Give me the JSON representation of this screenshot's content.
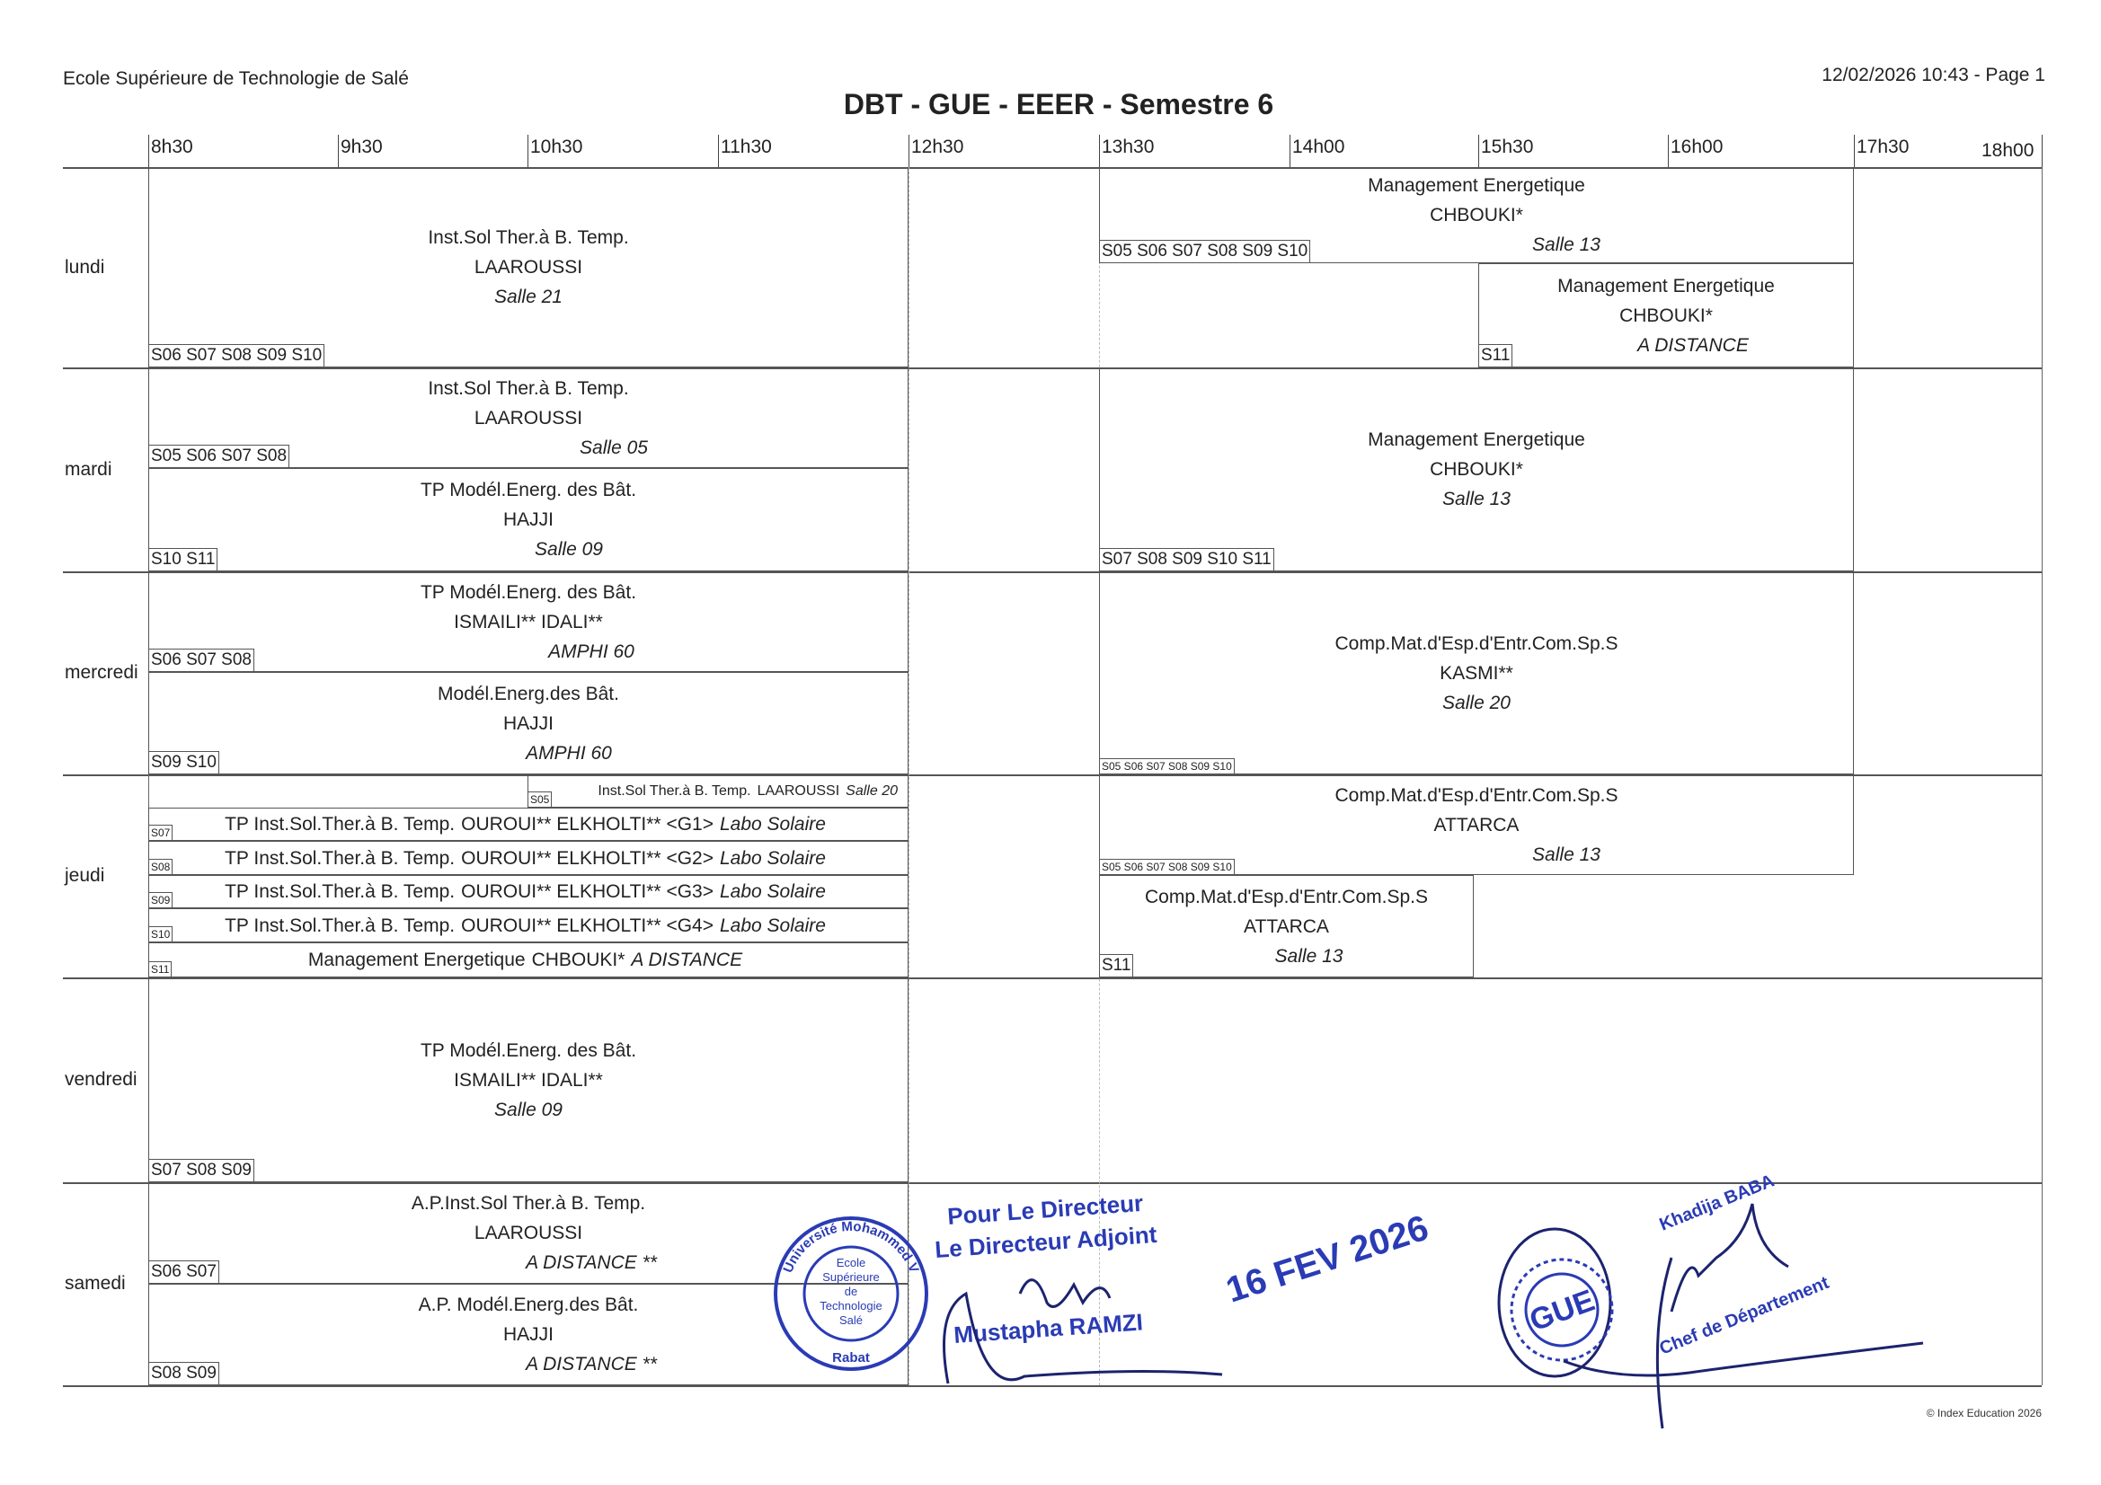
{
  "header": {
    "school": "Ecole Supérieure de Technologie de Salé",
    "title": "DBT - GUE - EEER - Semestre 6",
    "printed": "12/02/2026 10:43 - Page 1"
  },
  "times": [
    "8h30",
    "9h30",
    "10h30",
    "11h30",
    "12h30",
    "13h30",
    "14h00",
    "15h30",
    "16h00",
    "17h30",
    "18h00"
  ],
  "days": [
    "lundi",
    "mardi",
    "mercredi",
    "jeudi",
    "vendredi",
    "samedi"
  ],
  "events": [
    {
      "day": "lundi",
      "title": "Inst.Sol Ther.à B. Temp.",
      "teacher": "LAAROUSSI",
      "room": "Salle 21",
      "groups": "S06 S07 S08 S09 S10"
    },
    {
      "day": "lundi",
      "title": "Management Energetique",
      "teacher": "CHBOUKI*",
      "room": "Salle 13",
      "groups": "S05 S06 S07 S08 S09 S10"
    },
    {
      "day": "lundi",
      "title": "Management Energetique",
      "teacher": "CHBOUKI*",
      "room": "A DISTANCE",
      "groups": "S11"
    },
    {
      "day": "mardi",
      "title": "Inst.Sol Ther.à B. Temp.",
      "teacher": "LAAROUSSI",
      "room": "Salle 05",
      "groups": "S05 S06 S07 S08"
    },
    {
      "day": "mardi",
      "title": "TP Modél.Energ. des Bât.",
      "teacher": "HAJJI",
      "room": "Salle 09",
      "groups": "S10 S11"
    },
    {
      "day": "mardi",
      "title": "Management Energetique",
      "teacher": "CHBOUKI*",
      "room": "Salle 13",
      "groups": "S07 S08 S09 S10 S11"
    },
    {
      "day": "mercredi",
      "title": "TP Modél.Energ. des Bât.",
      "teacher": "ISMAILI** IDALI**",
      "room": "AMPHI 60",
      "groups": "S06 S07 S08"
    },
    {
      "day": "mercredi",
      "title": "Modél.Energ.des Bât.",
      "teacher": "HAJJI",
      "room": "AMPHI 60",
      "groups": "S09 S10"
    },
    {
      "day": "mercredi",
      "title": "Comp.Mat.d'Esp.d'Entr.Com.Sp.S",
      "teacher": "KASMI**",
      "room": "Salle 20",
      "groups": "S05 S06 S07 S08 S09 S10"
    },
    {
      "day": "jeudi",
      "title": "Inst.Sol Ther.à B. Temp.",
      "teacher": "LAAROUSSI",
      "room": "Salle 20",
      "groups": "S05"
    },
    {
      "day": "jeudi",
      "title": "TP Inst.Sol.Ther.à B. Temp.",
      "teacher": "OUROUI** ELKHOLTI** <G1>",
      "room": "Labo Solaire",
      "groups": "S07"
    },
    {
      "day": "jeudi",
      "title": "TP Inst.Sol.Ther.à B. Temp.",
      "teacher": "OUROUI** ELKHOLTI** <G2>",
      "room": "Labo Solaire",
      "groups": "S08"
    },
    {
      "day": "jeudi",
      "title": "TP Inst.Sol.Ther.à B. Temp.",
      "teacher": "OUROUI** ELKHOLTI** <G3>",
      "room": "Labo Solaire",
      "groups": "S09"
    },
    {
      "day": "jeudi",
      "title": "TP Inst.Sol.Ther.à B. Temp.",
      "teacher": "OUROUI** ELKHOLTI** <G4>",
      "room": "Labo Solaire",
      "groups": "S10"
    },
    {
      "day": "jeudi",
      "title": "Management Energetique",
      "teacher": "CHBOUKI*",
      "room": "A DISTANCE",
      "groups": "S11"
    },
    {
      "day": "jeudi",
      "title": "Comp.Mat.d'Esp.d'Entr.Com.Sp.S",
      "teacher": "ATTARCA",
      "room": "Salle 13",
      "groups": "S05 S06 S07 S08 S09 S10"
    },
    {
      "day": "jeudi",
      "title": "Comp.Mat.d'Esp.d'Entr.Com.Sp.S",
      "teacher": "ATTARCA",
      "room": "Salle 13",
      "groups": "S11"
    },
    {
      "day": "vendredi",
      "title": "TP Modél.Energ. des Bât.",
      "teacher": "ISMAILI** IDALI**",
      "room": "Salle 09",
      "groups": "S07 S08 S09"
    },
    {
      "day": "samedi",
      "title": "A.P.Inst.Sol Ther.à B. Temp.",
      "teacher": "LAAROUSSI",
      "room": "A DISTANCE **",
      "groups": "S06 S07"
    },
    {
      "day": "samedi",
      "title": "A.P. Modél.Energ.des Bât.",
      "teacher": "HAJJI",
      "room": "A DISTANCE **",
      "groups": "S08 S09"
    }
  ],
  "stamps": {
    "university_seal": [
      "Université Mohammed V",
      "Ecole",
      "Supérieure",
      "de",
      "Technologie",
      "Salé",
      "Rabat"
    ],
    "director": [
      "Pour Le Directeur",
      "Le Directeur Adjoint",
      "Mustapha RAMZI"
    ],
    "date_stamp": "16 FEV 2026",
    "dept_seal": "GUE",
    "head": [
      "Khadija BABA",
      "Chef de Département"
    ]
  },
  "footer": {
    "copyright": "© Index Education 2026"
  }
}
